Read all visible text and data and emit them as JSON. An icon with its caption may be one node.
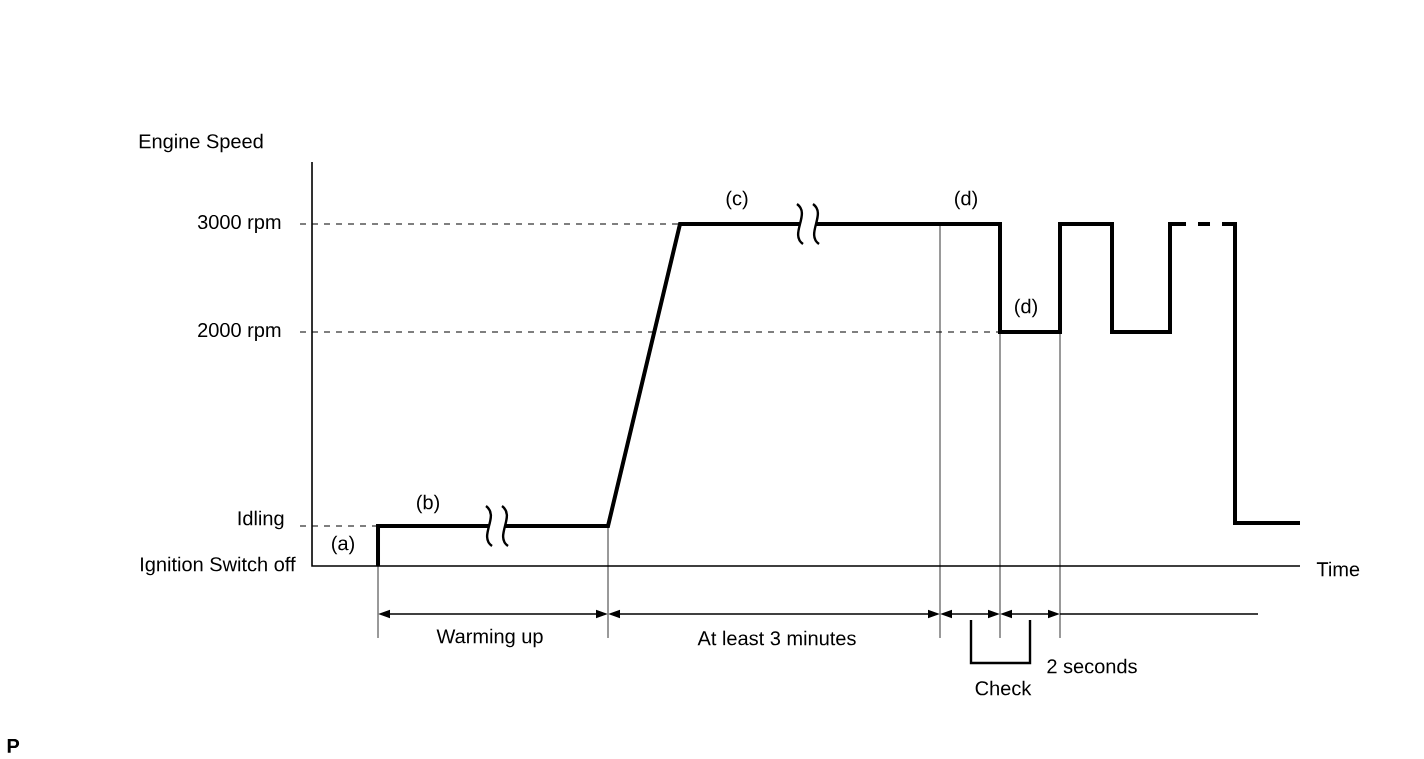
{
  "diagram": {
    "labels": [
      "Engine Speed",
      "(c)",
      "(d)",
      "3000 rpm",
      "(d)",
      "2000 rpm",
      "(b)",
      "Idling",
      "(a)",
      "Ignition Switch off",
      "Time",
      "Warming up",
      "At least 3 minutes",
      "2 seconds",
      "Check",
      "P"
    ]
  }
}
